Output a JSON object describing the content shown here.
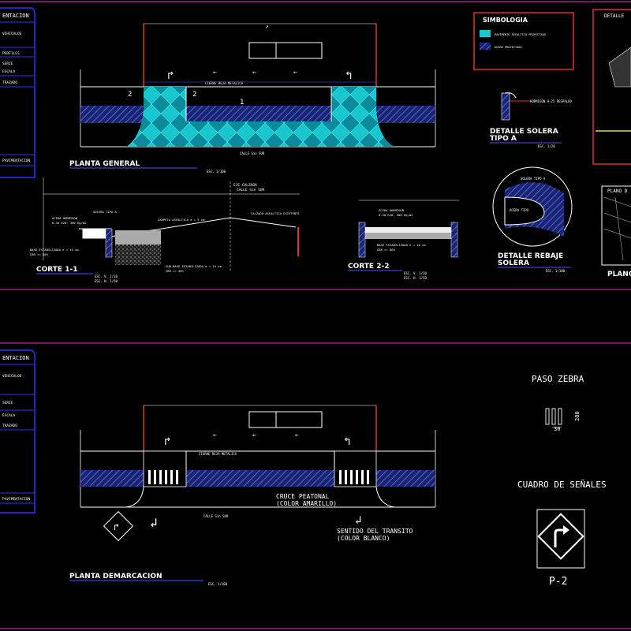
{
  "colors": {
    "background": "#000000",
    "sheet_border": "#a0208a",
    "line_red": "#e03030",
    "line_white": "#ffffff",
    "cyan_fill": "#18c8d0",
    "blue_hatch": "#3a4cb0",
    "yellow": "#e8e020",
    "dim_blue": "#5050ff"
  },
  "sheet1": {
    "title_block": {
      "header": "ENTACION",
      "rows": [
        "VEHICULOS",
        "PERFILES",
        "SERIE",
        "ESCALA",
        "TRAZADO",
        "PAVIMENTACION"
      ]
    },
    "planta_general": {
      "title": "PLANTA GENERAL",
      "scale": "ESC. 1/100",
      "label_cierre": "CIERRE REJA METALICA",
      "label_calle": "CALLE Sin SUR",
      "section_mark_2": "2",
      "section_mark_1": "1"
    },
    "simbologia": {
      "title": "SIMBOLOGIA",
      "items": [
        "PAVIMENTO ASFALTICO PROYECTADO",
        "ACERA PROYECTADA"
      ]
    },
    "detalle_solera": {
      "title_line1": "DETALLE SOLERA",
      "title_line2": "TIPO A",
      "scale": "ESC. 1/20",
      "note": "HORMIGON H-25 RESPALDO"
    },
    "detalle_rebaje": {
      "title_line1": "DETALLE REBAJE",
      "title_line2": "SOLERA",
      "scale": "ESC. 1/100",
      "note1": "SOLERA TIPO A",
      "note2": "ACERA TIPO"
    },
    "detalle_top_right": "DETALLE",
    "plano_top_right": "PLANO D",
    "plano_bottom_right": "PLANO",
    "corte_1": {
      "title": "CORTE 1-1",
      "scale1": "ESC. V. 1/10",
      "scale2": "ESC. H. 1/50",
      "eje": "EJE CALZADA",
      "eje2": "CALLE Sin SUR",
      "notes": [
        "ACERA HORMIGON",
        "H-30 R28: 300 Kg/m2",
        "CARPETA ASFALTICA e = 5 cm",
        "CALZADA ASFALTICA EXISTENTE",
        "BASE ESTABILIZADA e = 15 cm",
        "CBR >= 80%",
        "SUB BASE ESTABILIZADA e = 15 cm",
        "CBR >= 40%",
        "SOLERA TIPO A"
      ]
    },
    "corte_2": {
      "title": "CORTE 2-2",
      "scale1": "ESC. V. 1/10",
      "scale2": "ESC. H. 1/50",
      "notes": [
        "ACERA HORMIGON",
        "H-30 R28: 300 Kg/m2",
        "BASE ESTABILIZADA e = 10 cm",
        "CBR >= 80%"
      ]
    }
  },
  "sheet2": {
    "title_block": {
      "header": "ENTACION",
      "rows": [
        "VEHICULOS",
        "SERIE",
        "ESCALA",
        "TRAZADO",
        "PAVIMENTACION"
      ]
    },
    "planta_demarcacion": {
      "title": "PLANTA DEMARCACION",
      "scale": "ESC. 1/100",
      "label_cierre": "CIERRE REJA METALICA",
      "label_calle": "CALLE Sin SUR",
      "cruce_line1": "CRUCE PEATONAL",
      "cruce_line2": "(COLOR AMARILLO)",
      "sentido_line1": "SENTIDO DEL TRANSITO",
      "sentido_line2": "(COLOR BLANCO)"
    },
    "paso_zebra": {
      "title": "PASO ZEBRA",
      "dim_w": "30",
      "dim_h": "200"
    },
    "cuadro_senales": {
      "title": "CUADRO DE SEÑALES",
      "sign_code": "P-2"
    }
  }
}
